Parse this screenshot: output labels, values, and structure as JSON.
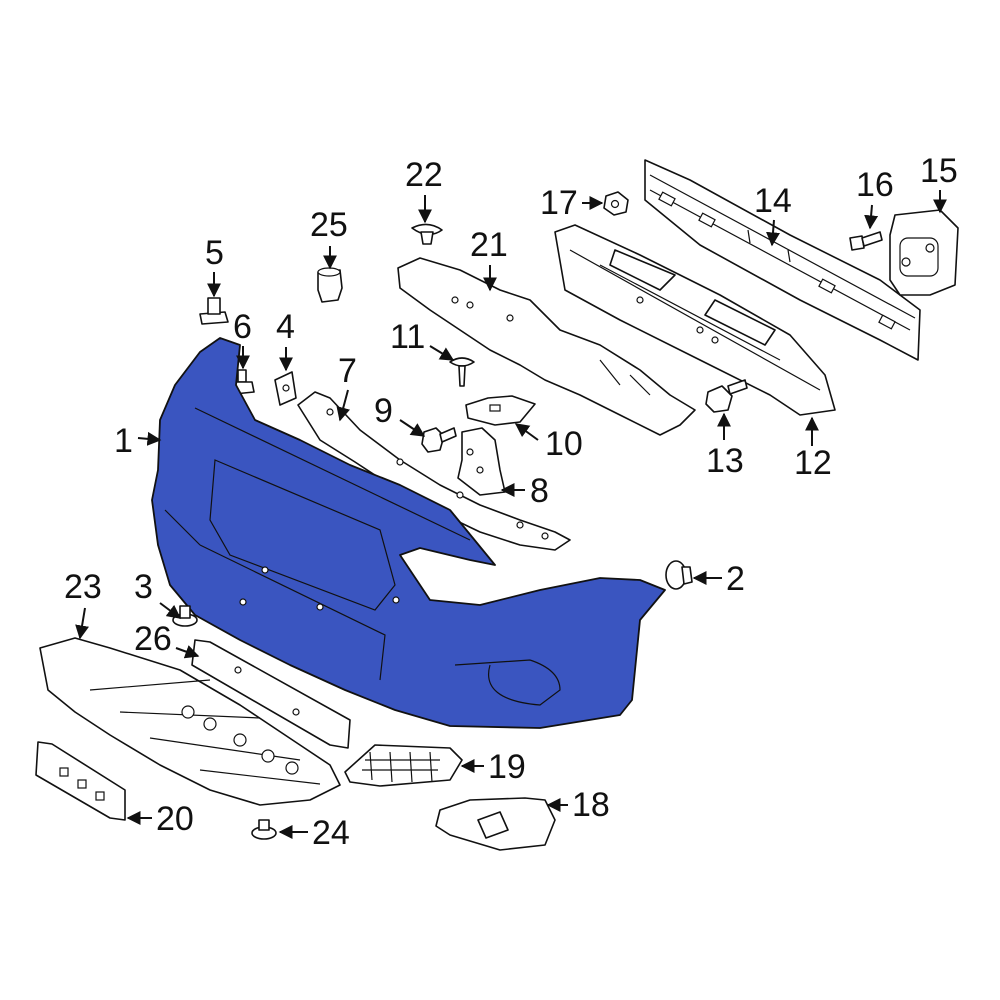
{
  "callouts": {
    "c1": "1",
    "c2": "2",
    "c3": "3",
    "c4": "4",
    "c5": "5",
    "c6": "6",
    "c7": "7",
    "c8": "8",
    "c9": "9",
    "c10": "10",
    "c11": "11",
    "c12": "12",
    "c13": "13",
    "c14": "14",
    "c15": "15",
    "c16": "16",
    "c17": "17",
    "c18": "18",
    "c19": "19",
    "c20": "20",
    "c21": "21",
    "c22": "22",
    "c23": "23",
    "c24": "24",
    "c25": "25",
    "c26": "26"
  },
  "colors": {
    "highlight": "#3a55c0",
    "line": "#111111",
    "background": "#ffffff"
  }
}
